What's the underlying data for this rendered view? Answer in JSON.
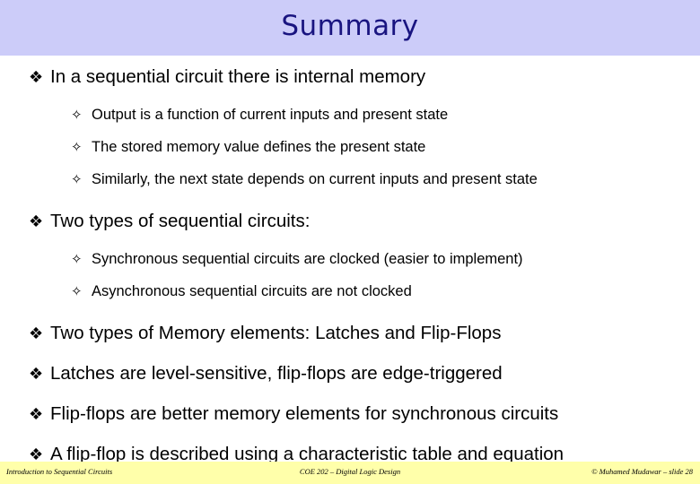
{
  "slide": {
    "title": "Summary",
    "title_bar_color": "#ccccf9",
    "title_text_color": "#191480",
    "background_color": "#ffffff",
    "body_text_color": "#000000"
  },
  "bullets": [
    {
      "level": 1,
      "glyph": "diamond-bullet-icon",
      "glyph_char": "❖",
      "text": "In a sequential circuit there is internal memory"
    },
    {
      "level": 2,
      "glyph": "star-outline-bullet-icon",
      "glyph_char": "✧",
      "text": "Output is a function of current inputs and present state"
    },
    {
      "level": 2,
      "glyph": "star-outline-bullet-icon",
      "glyph_char": "✧",
      "text": "The stored memory value defines the present state"
    },
    {
      "level": 2,
      "glyph": "star-outline-bullet-icon",
      "glyph_char": "✧",
      "text": "Similarly, the next state depends on current inputs and present state"
    },
    {
      "level": 1,
      "glyph": "diamond-bullet-icon",
      "glyph_char": "❖",
      "text": "Two types of sequential circuits:"
    },
    {
      "level": 2,
      "glyph": "star-outline-bullet-icon",
      "glyph_char": "✧",
      "text": "Synchronous sequential circuits are clocked (easier to implement)"
    },
    {
      "level": 2,
      "glyph": "star-outline-bullet-icon",
      "glyph_char": "✧",
      "text": "Asynchronous sequential circuits are not clocked"
    },
    {
      "level": 1,
      "glyph": "diamond-bullet-icon",
      "glyph_char": "❖",
      "text": "Two types of Memory elements: Latches and Flip-Flops"
    },
    {
      "level": 1,
      "glyph": "diamond-bullet-icon",
      "glyph_char": "❖",
      "text": "Latches are level-sensitive, flip-flops are edge-triggered"
    },
    {
      "level": 1,
      "glyph": "diamond-bullet-icon",
      "glyph_char": "❖",
      "text": "Flip-flops are better memory elements for synchronous circuits"
    },
    {
      "level": 1,
      "glyph": "diamond-bullet-icon",
      "glyph_char": "❖",
      "text": "A flip-flop is described using a characteristic table and equation"
    }
  ],
  "footer": {
    "left": "Introduction to Sequential Circuits",
    "center": "COE 202 – Digital Logic Design",
    "right": "© Muhamed Mudawar – slide 28",
    "bar_color": "#ffffaa"
  }
}
